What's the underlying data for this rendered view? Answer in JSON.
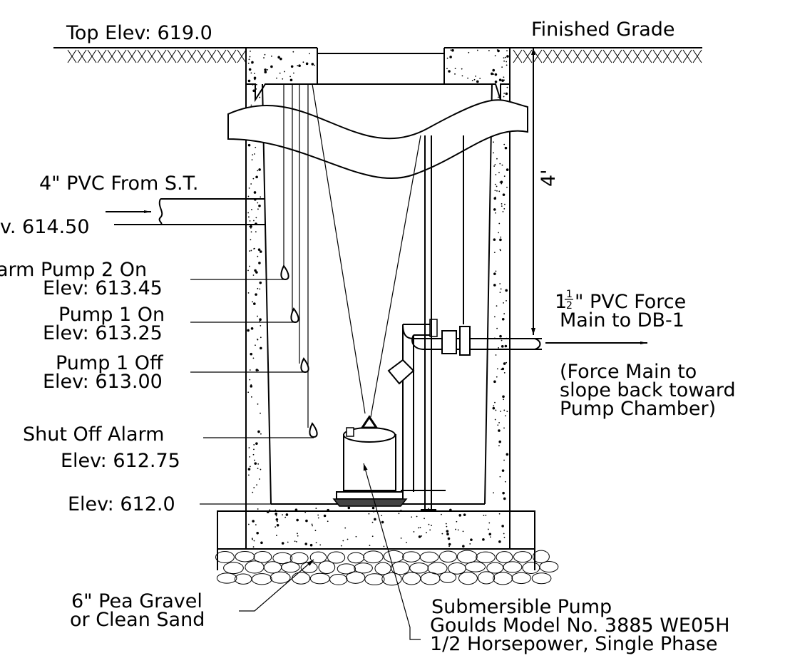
{
  "labels": {
    "top_elev": "Top Elev: 619.0",
    "finished_grade": "Finished Grade",
    "inlet_pipe": "4\" PVC From S.T.",
    "inlet_elev": "v. 614.50",
    "alarm_pump2_on_1": "arm Pump 2 On",
    "alarm_pump2_on_2": "Elev: 613.45",
    "pump1_on_1": "Pump 1 On",
    "pump1_on_2": "Elev: 613.25",
    "pump1_off_1": "Pump 1 Off",
    "pump1_off_2": "Elev: 613.00",
    "shutoff_1": "Shut Off Alarm",
    "shutoff_2": "Elev: 612.75",
    "bottom_elev": "Elev: 612.0",
    "gravel_1": "6\" Pea Gravel",
    "gravel_2": "or Clean Sand",
    "force_main_whole": "1",
    "force_main_num": "1",
    "force_main_den": "2",
    "force_main_1": "\" PVC Force",
    "force_main_2": "Main to DB-1",
    "slope_1": "(Force Main to",
    "slope_2": "slope back toward",
    "slope_3": "Pump Chamber)",
    "pump_1": "Submersible Pump",
    "pump_2": "Goulds Model No. 3885 WE05H",
    "pump_3": "1/2 Horsepower, Single Phase",
    "depth_dim": "4'"
  },
  "colors": {
    "line": "#000000",
    "background": "#ffffff"
  }
}
